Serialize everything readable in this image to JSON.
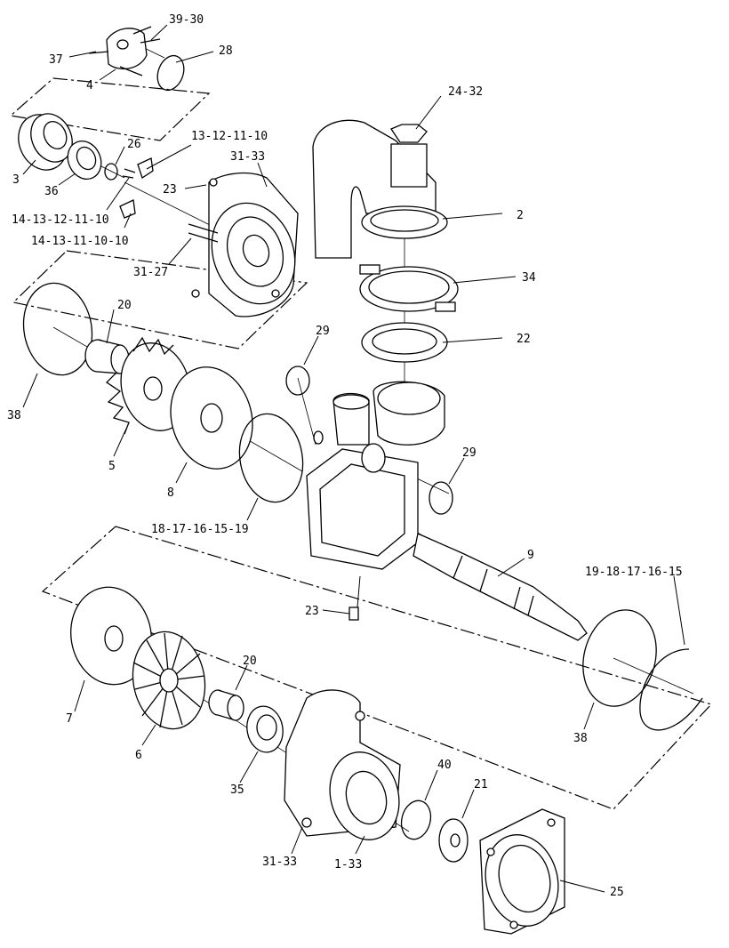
{
  "labels": {
    "l_39_30": "39-30",
    "l_37": "37",
    "l_28": "28",
    "l_4": "4",
    "l_24_32": "24-32",
    "l_13_12_11_10": "13-12-11-10",
    "l_31_33_top": "31-33",
    "l_26": "26",
    "l_3": "3",
    "l_36": "36",
    "l_23_top": "23",
    "l_2": "2",
    "l_14_13_12_11_10": "14-13-12-11-10",
    "l_14_13_11_10_10": "14-13-11-10-10",
    "l_31_27": "31-27",
    "l_34": "34",
    "l_20_top": "20",
    "l_22": "22",
    "l_29_left": "29",
    "l_38_left": "38",
    "l_5": "5",
    "l_29_right": "29",
    "l_8": "8",
    "l_9": "9",
    "l_18_17_16_15_19": "18-17-16-15-19",
    "l_19_18_17_16_15": "19-18-17-16-15",
    "l_23_bottom": "23",
    "l_20_bottom": "20",
    "l_7": "7",
    "l_38_right": "38",
    "l_6": "6",
    "l_40": "40",
    "l_35": "35",
    "l_21": "21",
    "l_31_33_bottom": "31-33",
    "l_1_33": "1-33",
    "l_25": "25"
  }
}
